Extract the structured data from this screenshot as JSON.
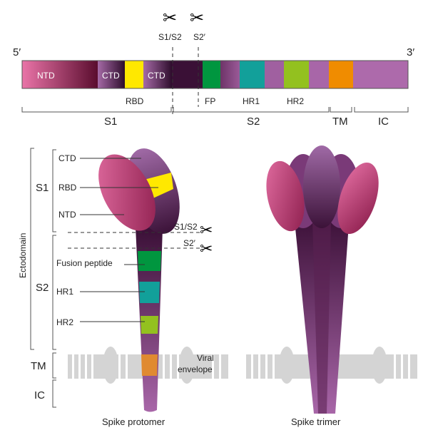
{
  "gene_bar": {
    "five_prime": "5′",
    "three_prime": "3′",
    "segments": {
      "ntd": "NTD",
      "ctd1": "CTD",
      "ctd2": "CTD"
    },
    "below_labels": {
      "rbd": "RBD",
      "fp": "FP",
      "hr1": "HR1",
      "hr2": "HR2"
    },
    "regions": {
      "s1": "S1",
      "s2": "S2",
      "tm": "TM",
      "ic": "IC"
    },
    "cleavage": {
      "s1s2": "S1/S2",
      "s2p": "S2′"
    }
  },
  "protomer": {
    "ectodomain": "Ectodomain",
    "s1": "S1",
    "s2": "S2",
    "tm": "TM",
    "ic": "IC",
    "labels": {
      "ctd": "CTD",
      "rbd": "RBD",
      "ntd": "NTD",
      "fusion_peptide": "Fusion peptide",
      "hr1": "HR1",
      "hr2": "HR2"
    },
    "cleavage": {
      "s1s2": "S1/S2",
      "s2p": "S2′"
    },
    "envelope": [
      "Viral",
      "envelope"
    ],
    "caption": "Spike protomer"
  },
  "trimer": {
    "caption": "Spike trimer"
  },
  "colors": {
    "ntd": "#e26aa0",
    "dark": "#3d1238",
    "yellow": "#ffe800",
    "green": "#00963f",
    "teal": "#12a09a",
    "lime": "#93c11f",
    "orange": "#f08c00",
    "purple": "#a866a8"
  }
}
